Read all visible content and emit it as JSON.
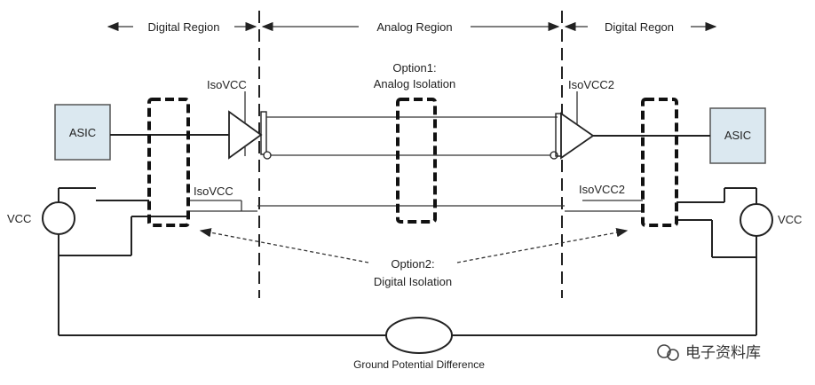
{
  "regions": {
    "left": "Digital Region",
    "middle": "Analog Region",
    "right": "Digital Regon"
  },
  "blocks": {
    "asic_left": "ASIC",
    "asic_right": "ASIC",
    "vcc_left": "VCC",
    "vcc_right": "VCC"
  },
  "supply_labels": {
    "iso1_top": "IsoVCC",
    "iso1_bottom": "IsoVCC",
    "iso2_top": "IsoVCC2",
    "iso2_bottom": "IsoVCC2"
  },
  "options": {
    "option1_line1": "Option1:",
    "option1_line2": "Analog Isolation",
    "option2_line1": "Option2:",
    "option2_line2": "Digital Isolation"
  },
  "ground_label": "Ground Potential Difference",
  "watermark": "电子资料库",
  "watermark_icon": "wechat-icon"
}
